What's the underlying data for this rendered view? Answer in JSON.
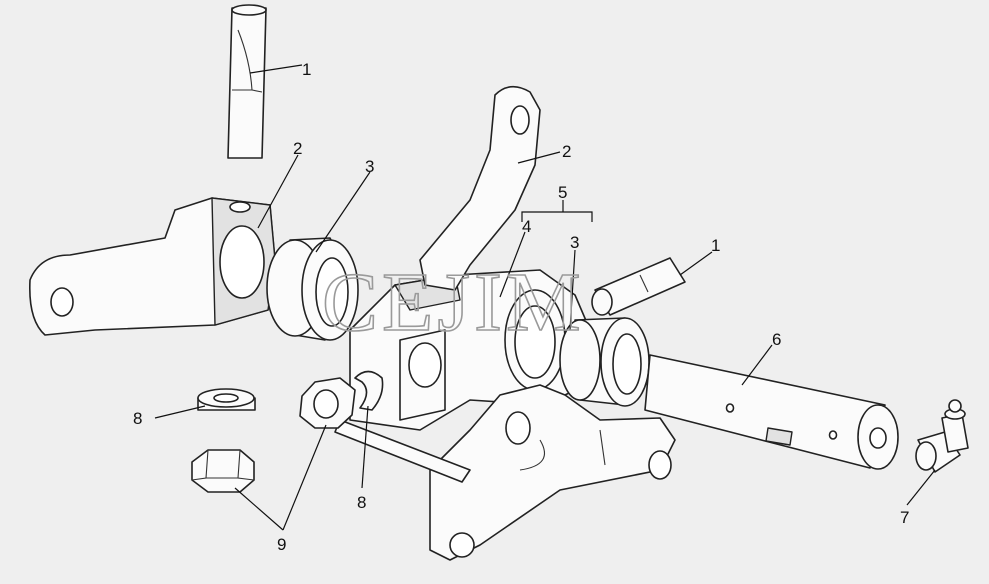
{
  "watermark": "CEJIM",
  "callouts": {
    "pin_top": "1",
    "lever_left": "2",
    "bushing_left": "3",
    "lever_right": "2",
    "group": "5",
    "body": "4",
    "bushing_right": "3",
    "pin_right": "1",
    "axle": "6",
    "grease_fitting": "7",
    "washer_left": "8",
    "washer_center": "8",
    "nut": "9"
  },
  "colors": {
    "background": "#efefef",
    "line": "#222222",
    "watermark": "#9a9a9a"
  }
}
